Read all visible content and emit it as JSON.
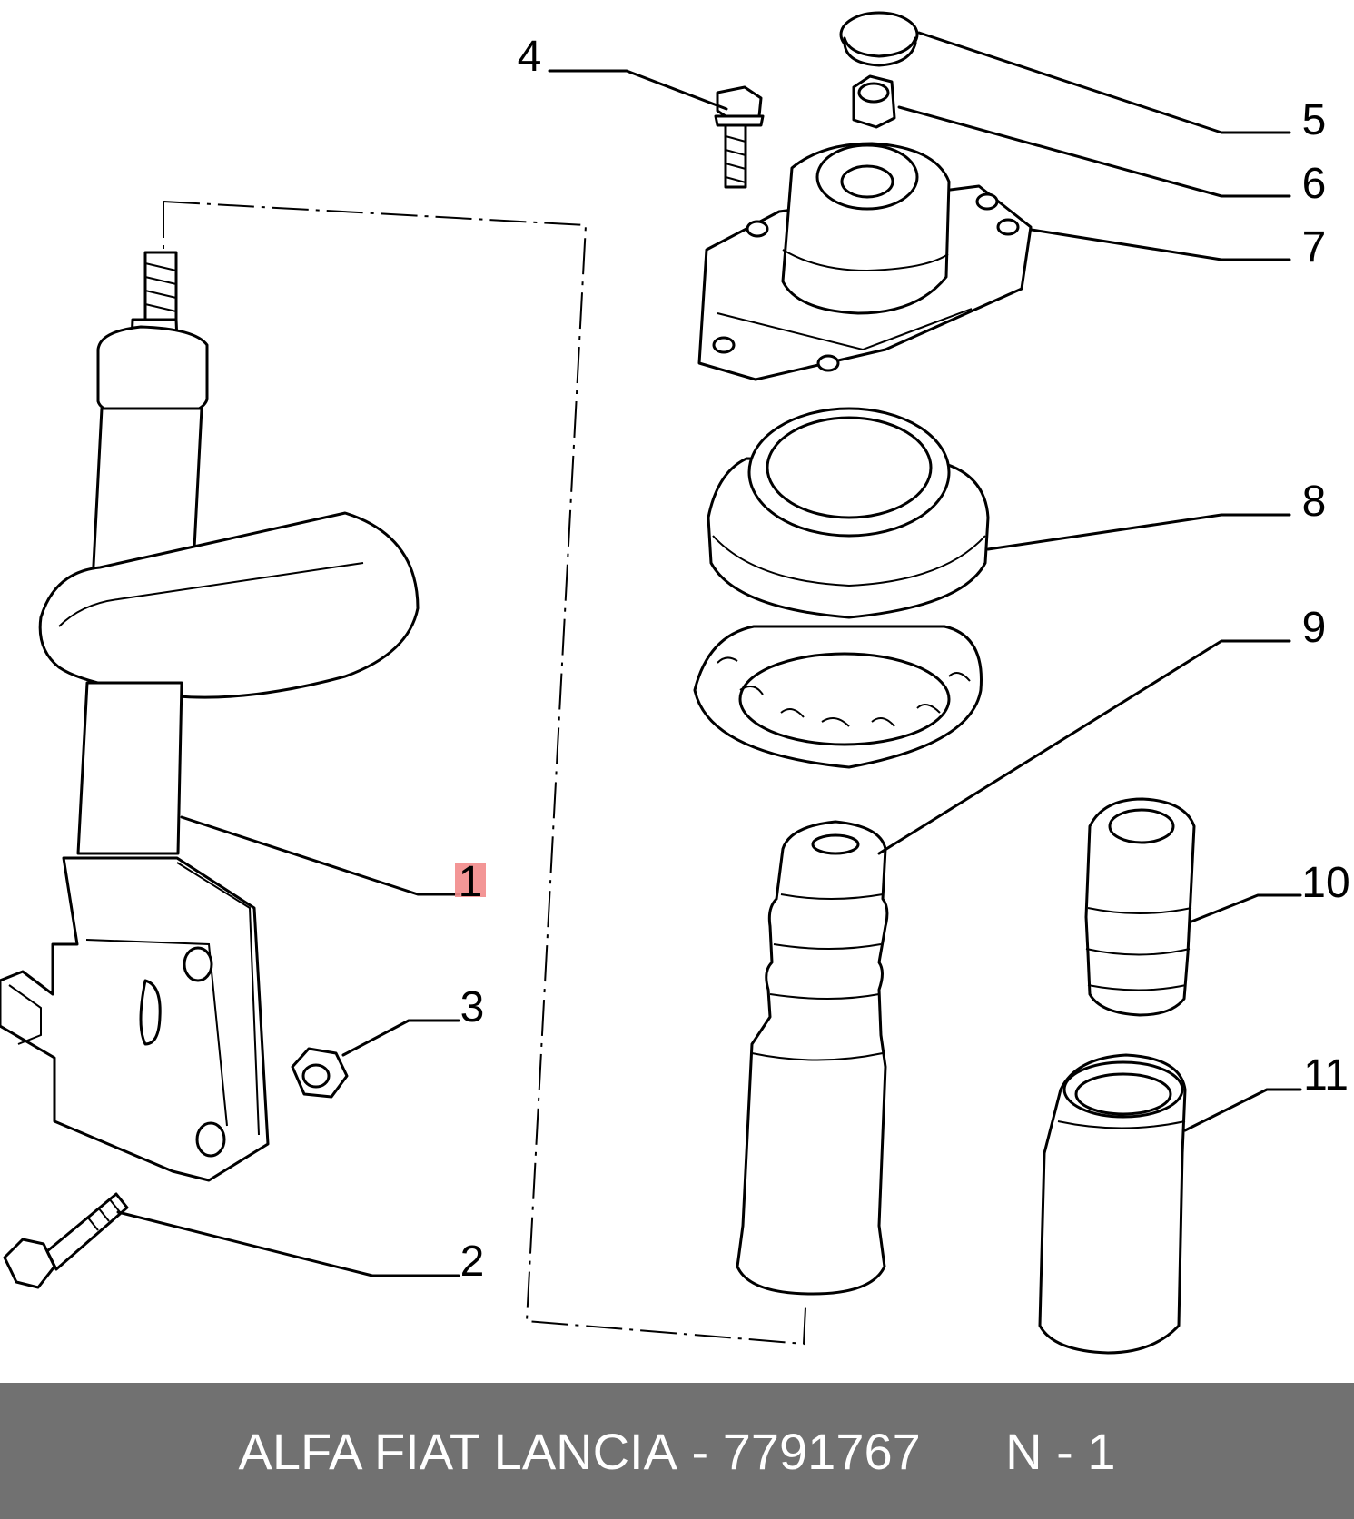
{
  "callouts": [
    {
      "id": "1",
      "text": "1",
      "highlighted": true
    },
    {
      "id": "2",
      "text": "2"
    },
    {
      "id": "3",
      "text": "3"
    },
    {
      "id": "4",
      "text": "4"
    },
    {
      "id": "5",
      "text": "5"
    },
    {
      "id": "6",
      "text": "6"
    },
    {
      "id": "7",
      "text": "7"
    },
    {
      "id": "8",
      "text": "8"
    },
    {
      "id": "9",
      "text": "9"
    },
    {
      "id": "10",
      "text": "10"
    },
    {
      "id": "11",
      "text": "11"
    }
  ],
  "footer": {
    "brand": "ALFA FIAT LANCIA",
    "separator": " - ",
    "part_number": "7791767",
    "position": "N - 1"
  },
  "colors": {
    "footer_bg": "#717171",
    "footer_text": "#ffffff",
    "highlight": "#f28b8b"
  }
}
